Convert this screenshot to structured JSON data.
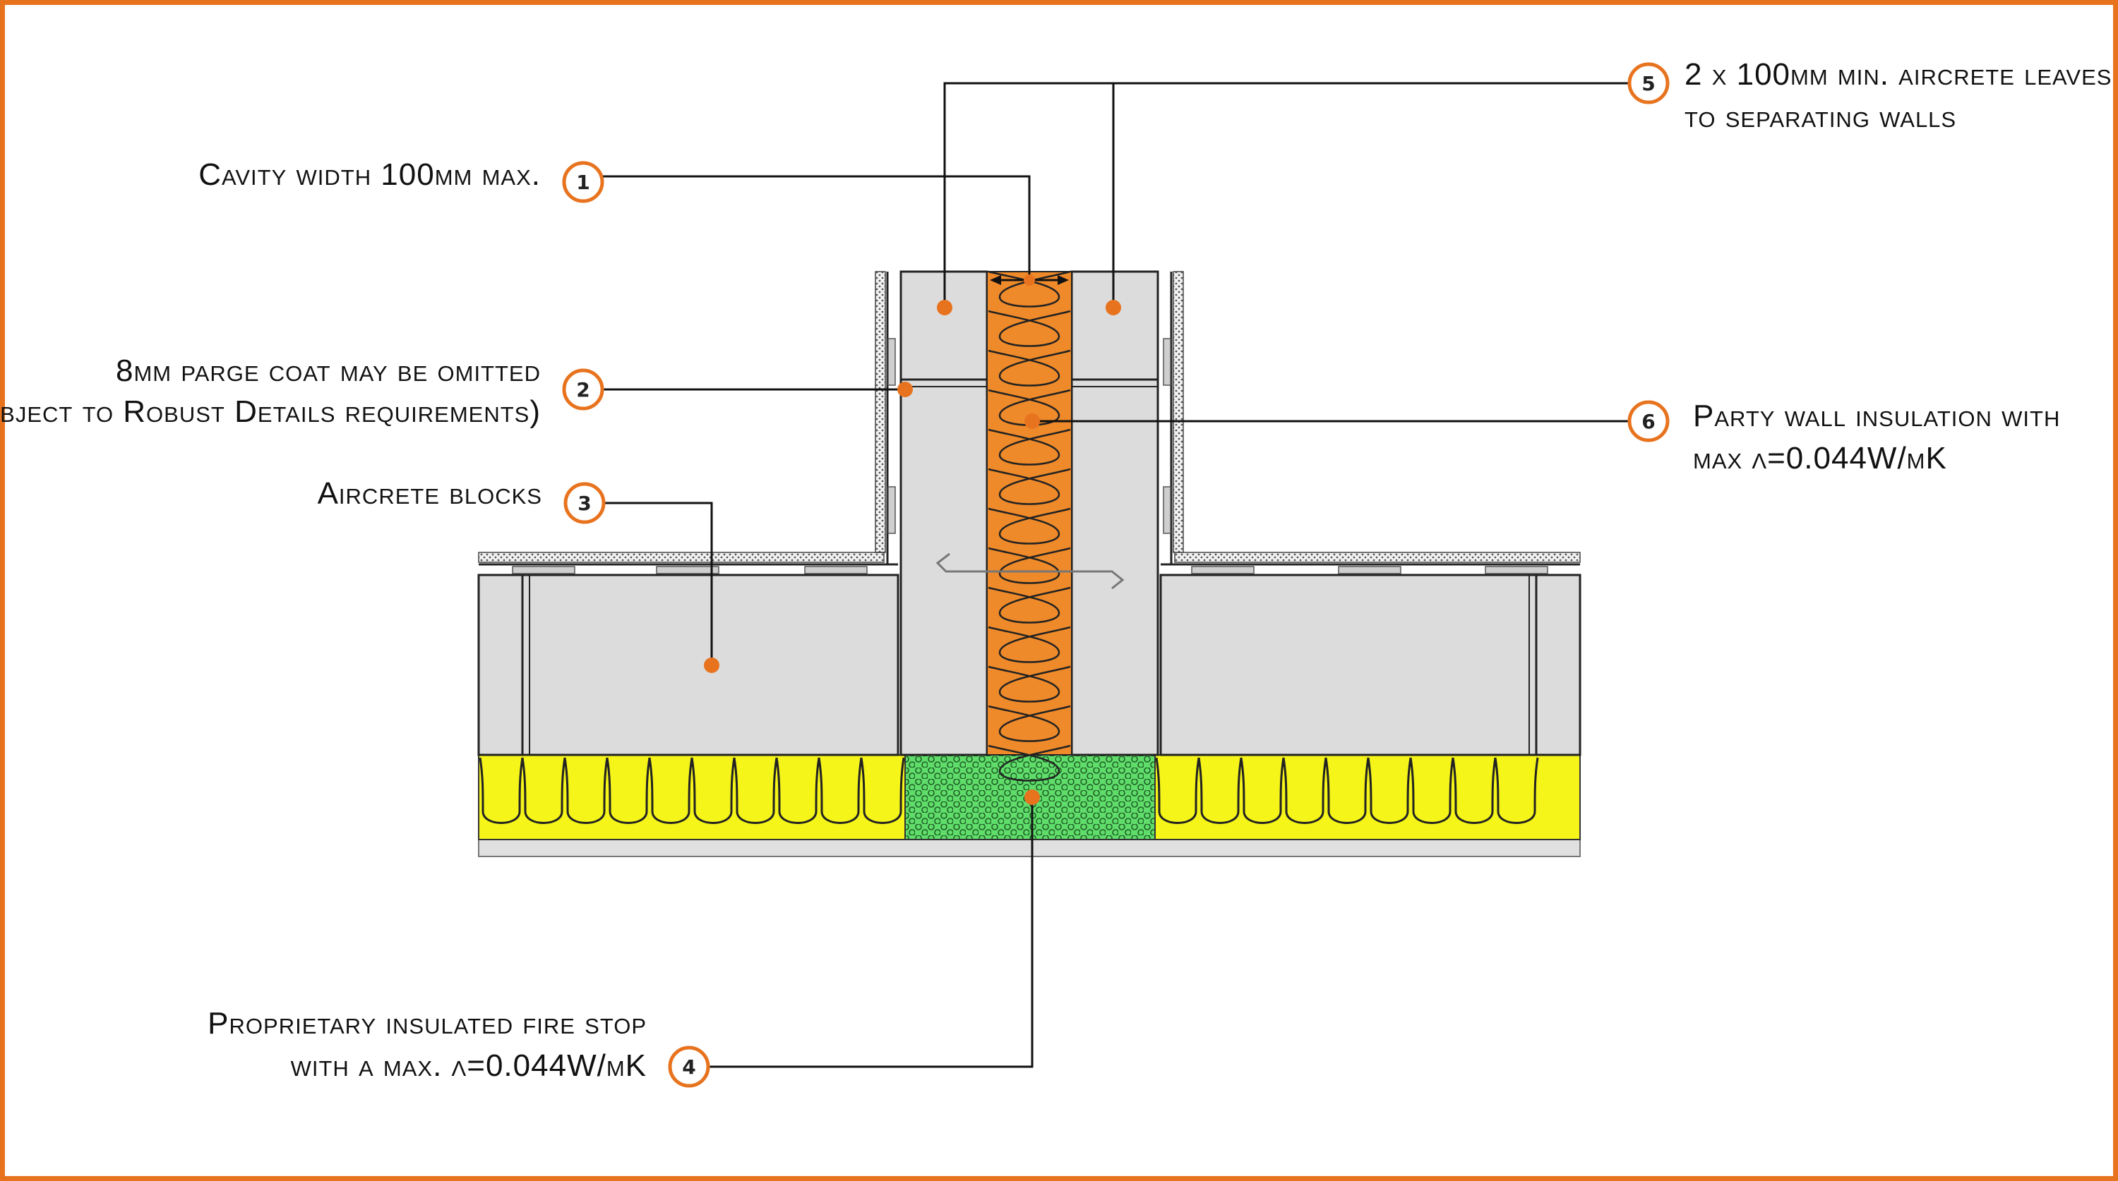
{
  "colors": {
    "frame": "#e8731e",
    "callout": "#e8731e",
    "block": "#dcdcdc",
    "party_wall_insulation": "#ee8a2a",
    "floor_insulation": "#f5f51a",
    "fire_stop": "#5fdc6a"
  },
  "callouts": [
    {
      "number": "1",
      "lines": [
        "Cavity width 100mm max."
      ]
    },
    {
      "number": "2",
      "lines": [
        "8mm parge coat may be omitted",
        "(subject to Robust Details requirements)"
      ]
    },
    {
      "number": "3",
      "lines": [
        "Aircrete blocks"
      ]
    },
    {
      "number": "4",
      "lines": [
        "Proprietary insulated fire stop",
        "with a max. λ=0.044W/mK"
      ]
    },
    {
      "number": "5",
      "lines": [
        "2 x 100mm min. aircrete leaves",
        "to separating walls"
      ]
    },
    {
      "number": "6",
      "lines": [
        "Party wall insulation with",
        "max λ=0.044W/mK"
      ]
    }
  ]
}
